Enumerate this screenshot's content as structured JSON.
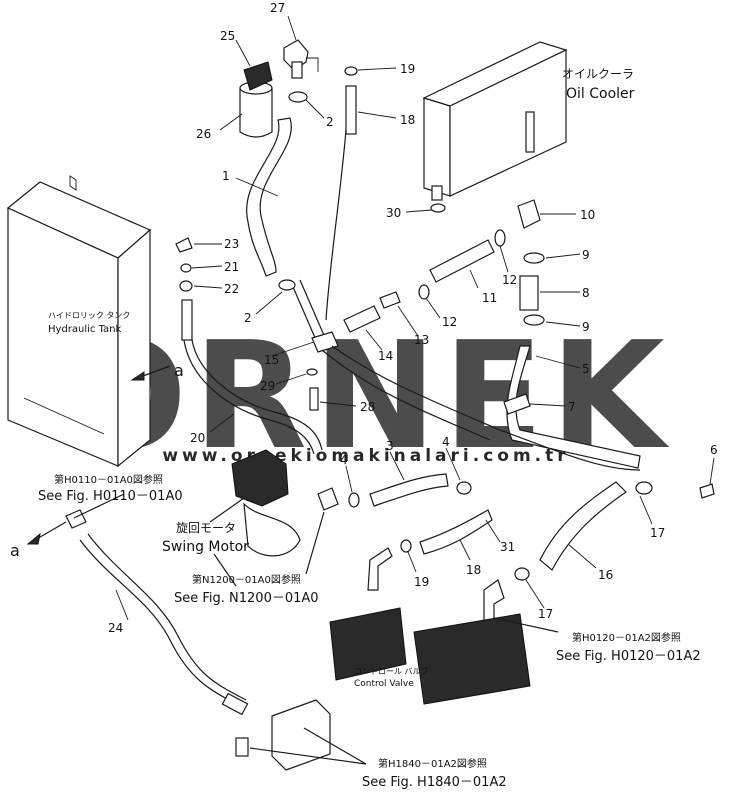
{
  "watermark": {
    "brand": "ORNEK",
    "url": "www.ornekiomakinalari.com.tr",
    "color": "#c8c8c8"
  },
  "labels": {
    "oil_cooler_jp": "オイルクーラ",
    "oil_cooler_en": "Oil Cooler",
    "hyd_tank_jp": "ハイドロリック タンク",
    "hyd_tank_en": "Hydraulic Tank",
    "swing_motor_jp": "旋回モータ",
    "swing_motor_en": "Swing Motor",
    "control_valve_jp": "コントロール バルブ",
    "control_valve_en": "Control Valve",
    "arrow_a1": "a",
    "arrow_a2": "a"
  },
  "references": [
    {
      "jp": "第H0110－01A0図参照",
      "en": "See Fig. H0110－01A0"
    },
    {
      "jp": "第N1200－01A0図参照",
      "en": "See Fig. N1200－01A0"
    },
    {
      "jp": "第H0120－01A2図参照",
      "en": "See Fig. H0120－01A2"
    },
    {
      "jp": "第H1840－01A2図参照",
      "en": "See Fig. H1840－01A2"
    }
  ],
  "part_numbers": [
    "27",
    "25",
    "26",
    "19",
    "2",
    "18",
    "1",
    "10",
    "30",
    "23",
    "21",
    "9",
    "22",
    "12",
    "8",
    "11",
    "2",
    "12",
    "13",
    "9",
    "15",
    "14",
    "5",
    "29",
    "28",
    "7",
    "20",
    "3",
    "4",
    "6",
    "4",
    "17",
    "31",
    "16",
    "24",
    "19",
    "18",
    "17"
  ]
}
